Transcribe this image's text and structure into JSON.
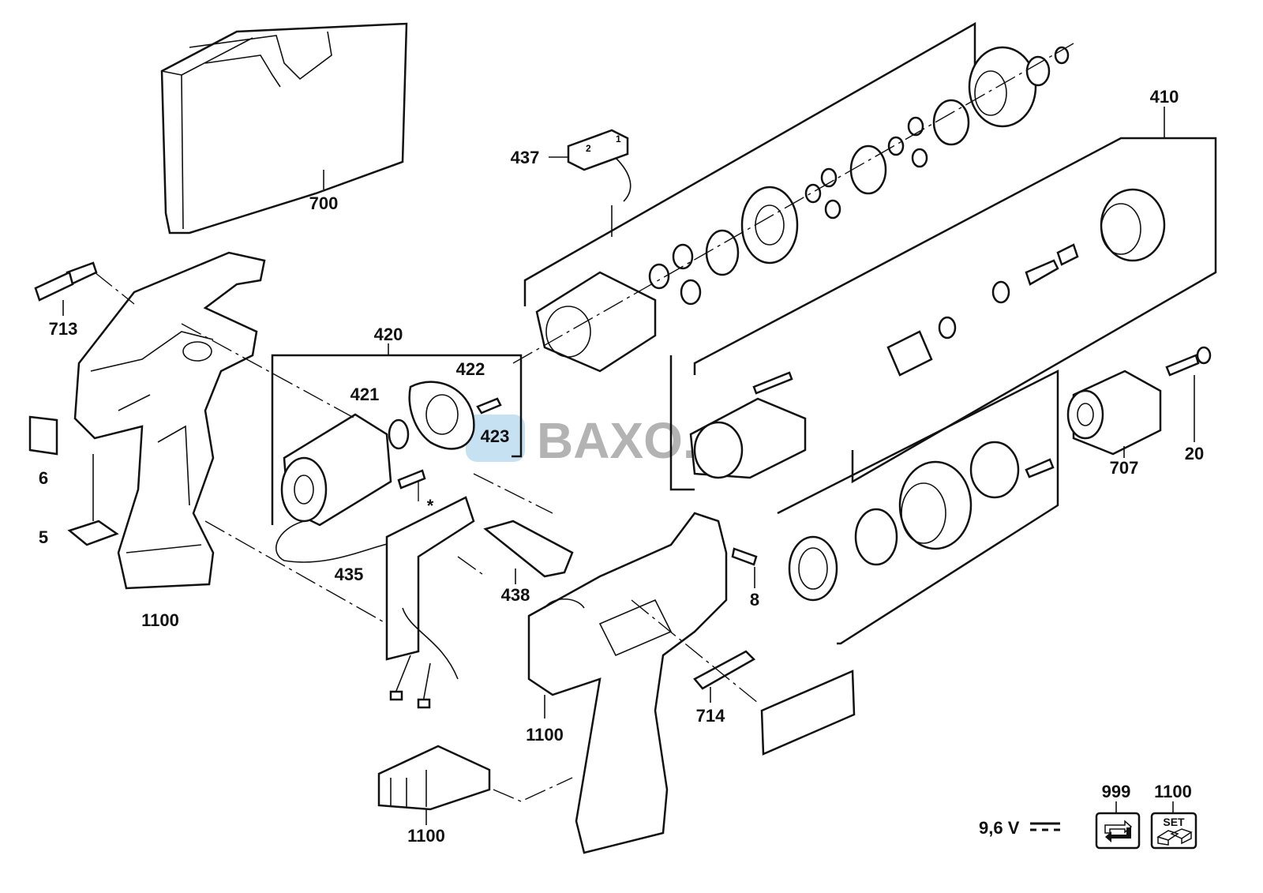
{
  "title": "Exploded parts diagram - 9,6 V cordless drill",
  "watermark": "BAXO.pl",
  "voltage_label": "9,6 V",
  "dc_symbol": "===",
  "part_labels": [
    {
      "id": "case",
      "text": "700"
    },
    {
      "id": "bit-holder",
      "text": "713"
    },
    {
      "id": "label-plate-6",
      "text": "6"
    },
    {
      "id": "label-plate-5",
      "text": "5"
    },
    {
      "id": "housing-left",
      "text": "1100"
    },
    {
      "id": "motor-assembly",
      "text": "420"
    },
    {
      "id": "motor-plate",
      "text": "422"
    },
    {
      "id": "pinion",
      "text": "421"
    },
    {
      "id": "motor-screw",
      "text": "423"
    },
    {
      "id": "switch",
      "text": "435"
    },
    {
      "id": "switch-cover",
      "text": "438"
    },
    {
      "id": "gear-selector",
      "text": "437"
    },
    {
      "id": "gearbox",
      "text": "410"
    },
    {
      "id": "chuck",
      "text": "707"
    },
    {
      "id": "chuck-screw",
      "text": "20"
    },
    {
      "id": "housing-screw",
      "text": "8"
    },
    {
      "id": "housing-right",
      "text": "1100"
    },
    {
      "id": "bit",
      "text": "714"
    },
    {
      "id": "battery-terminal",
      "text": "1100"
    }
  ],
  "footnote_marker": "*",
  "legend": [
    {
      "number": "999",
      "icon": "replace-arrows-icon"
    },
    {
      "number": "1100",
      "icon": "set-icon",
      "icon_text": "SET"
    }
  ],
  "gear_selector_marks": [
    "2",
    "1"
  ]
}
